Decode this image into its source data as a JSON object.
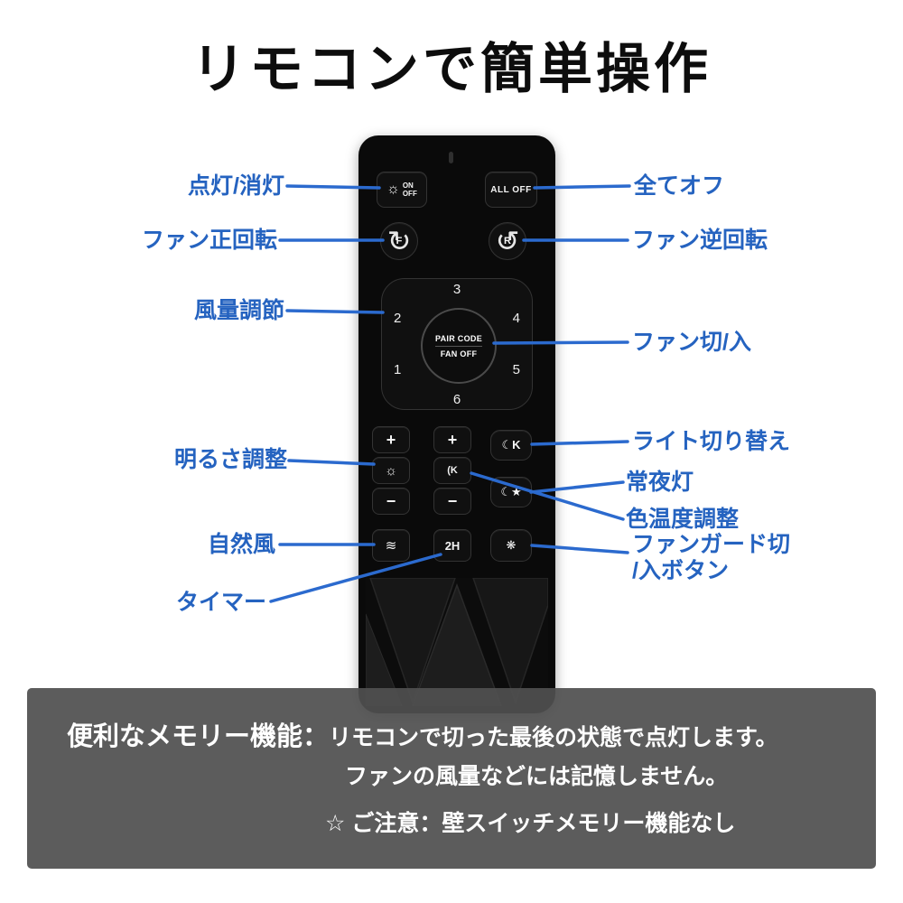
{
  "title": "リモコンで簡単操作",
  "colors": {
    "label_blue": "#2563c0",
    "line_blue": "#2b6ace",
    "note_bg": "#595959"
  },
  "remote": {
    "power_button": {
      "icon": "☼",
      "line1": "ON",
      "line2": "OFF"
    },
    "all_off_label": "ALL OFF",
    "fan_forward": {
      "letter": "F",
      "arrow": "↻"
    },
    "fan_reverse": {
      "letter": "R",
      "arrow": "↺"
    },
    "pad": {
      "n1": "1",
      "n2": "2",
      "n3": "3",
      "n4": "4",
      "n5": "5",
      "n6": "6",
      "center_top": "PAIR CODE",
      "center_bottom": "FAN OFF"
    },
    "brightness_col": {
      "plus": "+",
      "icon": "☼",
      "minus": "−"
    },
    "temp_col": {
      "plus": "+",
      "icon": "(K",
      "minus": "−"
    },
    "light_switch_icon": "☾K",
    "night_light_icon": "☾★",
    "natural_wind_icon": "≋",
    "timer_label": "2H",
    "fan_guard_icon": "❋"
  },
  "labels": {
    "left": [
      {
        "text": "点灯/消灯"
      },
      {
        "text": "ファン正回転"
      },
      {
        "text": "風量調節"
      },
      {
        "text": "明るさ調整"
      },
      {
        "text": "自然風"
      },
      {
        "text": "タイマー"
      }
    ],
    "right": [
      {
        "text": "全てオフ"
      },
      {
        "text": "ファン逆回転"
      },
      {
        "text": "ファン切/入"
      },
      {
        "text": "ライト切り替え"
      },
      {
        "text": "常夜灯"
      },
      {
        "text": "色温度調整"
      },
      {
        "text": "ファンガード切\n/入ボタン"
      }
    ]
  },
  "note": {
    "heading": "便利なメモリー機能：",
    "line1": "リモコンで切った最後の状態で点灯します。",
    "line2": "ファンの風量などには記憶しません。",
    "caution": "☆ ご注意：壁スイッチメモリー機能なし"
  }
}
